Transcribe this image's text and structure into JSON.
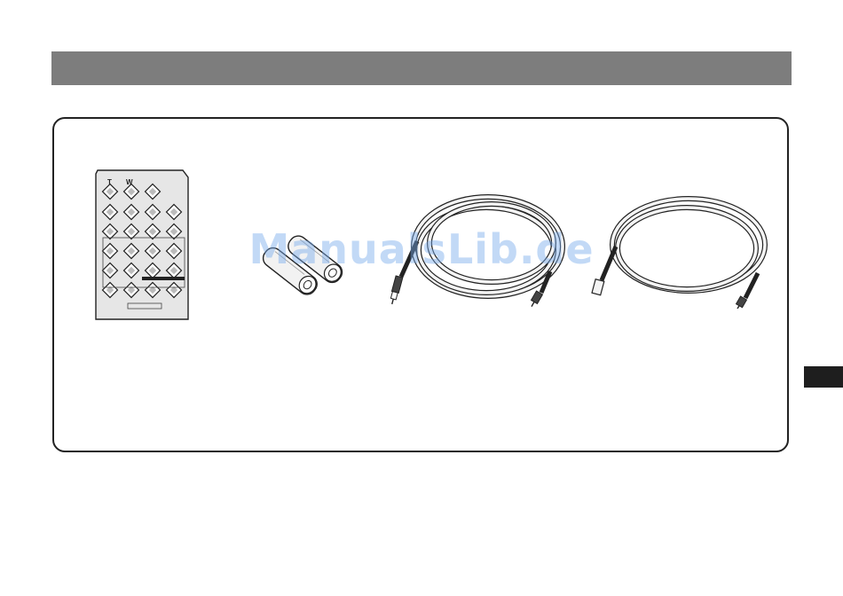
{
  "remote": {
    "label_t": "T",
    "label_w": "W"
  },
  "watermark": "ManualsLib.de",
  "colors": {
    "header_bar": "#7d7d7d",
    "side_tab": "#1e1e1e",
    "watermark": "#78aaeb"
  }
}
